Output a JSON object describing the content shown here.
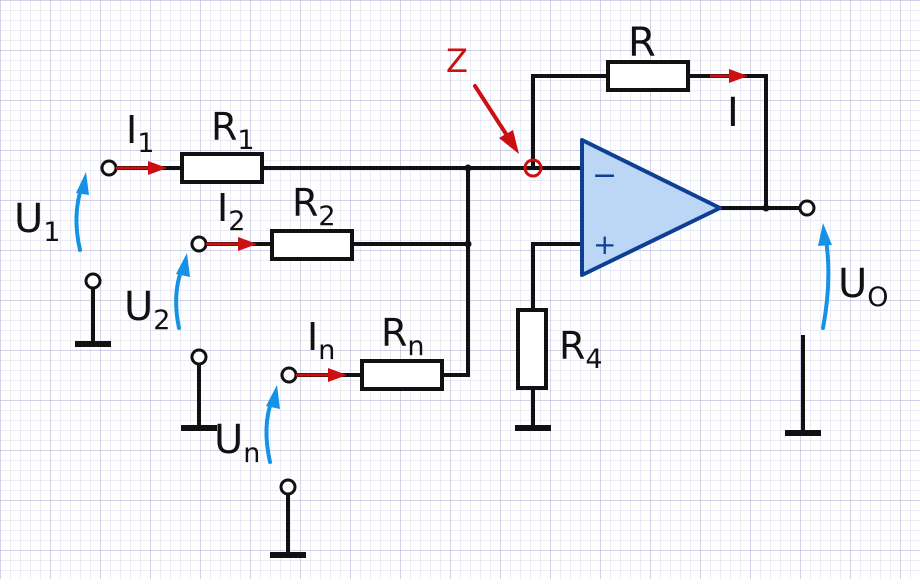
{
  "colors": {
    "wire": "#111111",
    "current_arrow": "#cc0f10",
    "voltage_arrow": "#1592e6",
    "opamp_fill": "#bcd7f5",
    "opamp_stroke": "#0e3f93",
    "node_marker": "#cc0f10",
    "grid_minor": "#d8d8ee",
    "grid_major": "#b6b6d8"
  },
  "labels": {
    "R": {
      "main": "R",
      "sub": ""
    },
    "R1": {
      "main": "R",
      "sub": "1"
    },
    "R2": {
      "main": "R",
      "sub": "2"
    },
    "Rn": {
      "main": "R",
      "sub": "n"
    },
    "R4": {
      "main": "R",
      "sub": "4"
    },
    "I": {
      "main": "I",
      "sub": ""
    },
    "I1": {
      "main": "I",
      "sub": "1"
    },
    "I2": {
      "main": "I",
      "sub": "2"
    },
    "In": {
      "main": "I",
      "sub": "n"
    },
    "U1": {
      "main": "U",
      "sub": "1"
    },
    "U2": {
      "main": "U",
      "sub": "2"
    },
    "Un": {
      "main": "U",
      "sub": "n"
    },
    "UO": {
      "main": "U",
      "sub": "O"
    },
    "Z": "Z",
    "minus": "−",
    "plus": "+"
  }
}
